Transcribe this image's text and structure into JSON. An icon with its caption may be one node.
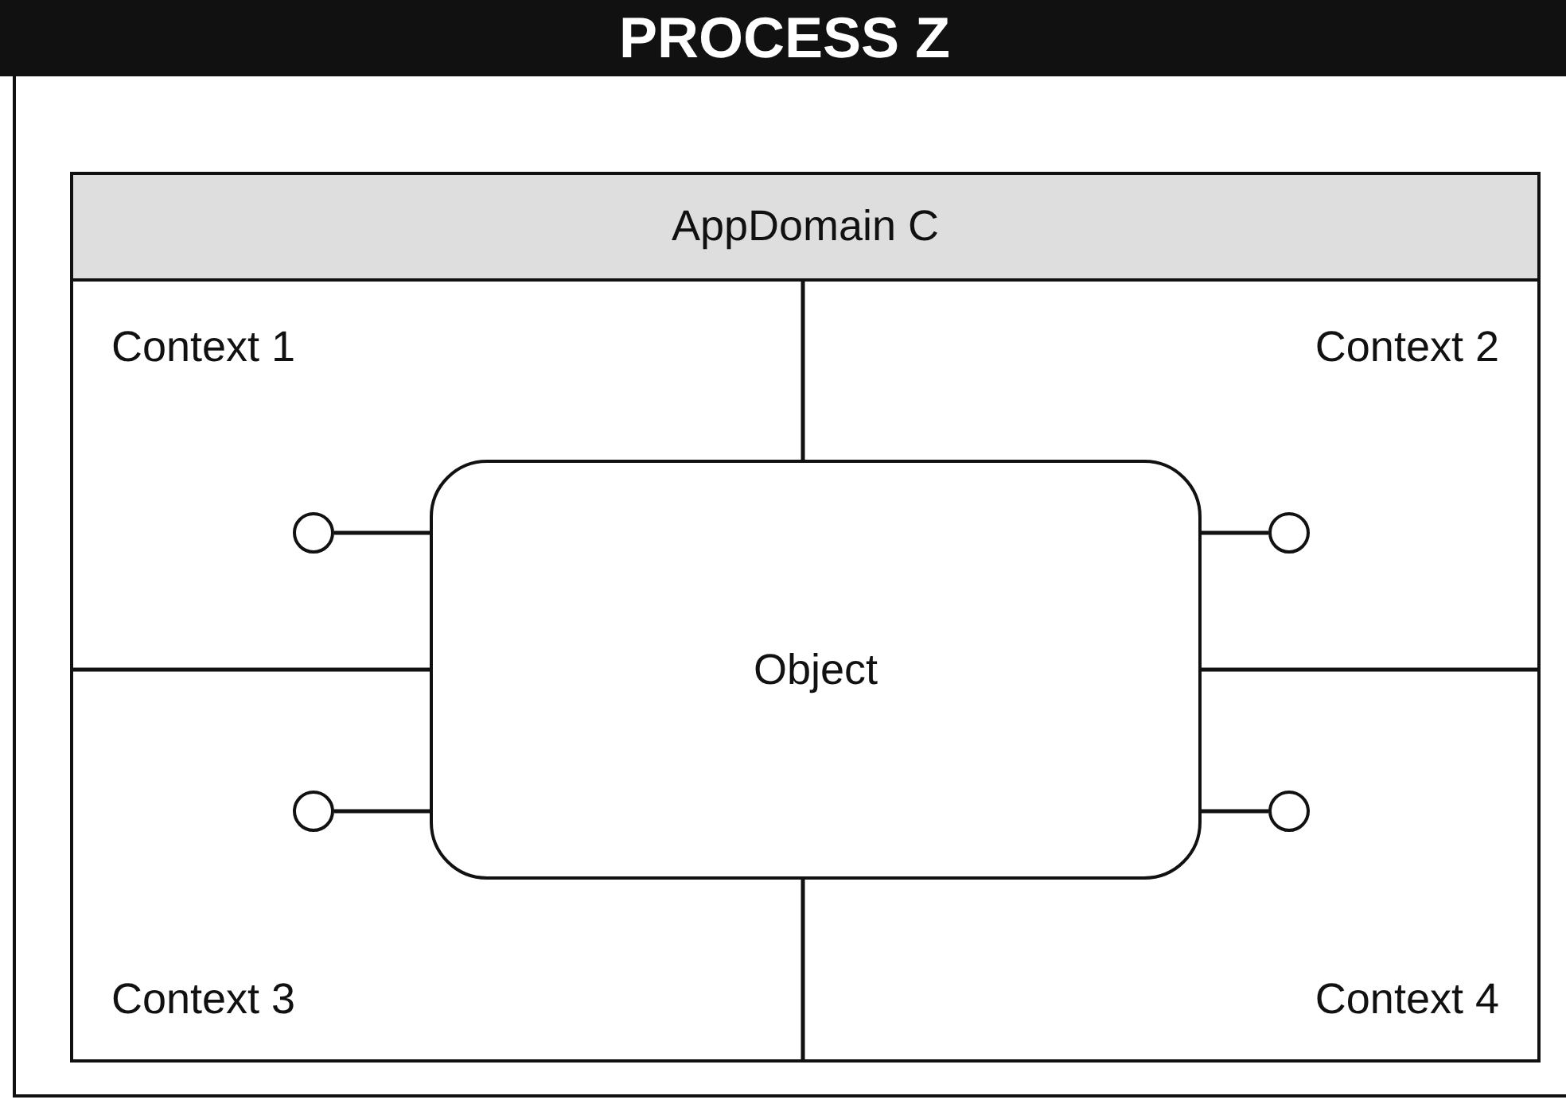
{
  "diagram": {
    "nodes": [
      {
        "text": [
          "PROCESS Z"
        ]
      },
      {
        "text": [
          "AppDomain C"
        ],
        "in": 0
      },
      {
        "text": [
          "Context 1"
        ],
        "in": 1
      },
      {
        "text": [
          "Context 2"
        ],
        "in": 1
      },
      {
        "text": [
          "Context 3"
        ],
        "in": 1
      },
      {
        "text": [
          "Context 4"
        ],
        "in": 1
      },
      {
        "text": [
          "Object"
        ],
        "in": 1
      },
      {
        "text": [],
        "shape": "circle",
        "in": 2
      },
      {
        "text": [],
        "shape": "circle",
        "in": 3
      },
      {
        "text": [],
        "shape": "circle",
        "in": 4
      },
      {
        "text": [],
        "shape": "circle",
        "in": 5
      }
    ],
    "edges": [
      {
        "from": 6,
        "to": 7,
        "arrow": "none"
      },
      {
        "from": 6,
        "to": 8,
        "arrow": "none"
      },
      {
        "from": 6,
        "to": 9,
        "arrow": "none"
      },
      {
        "from": 6,
        "to": 10,
        "arrow": "none"
      }
    ]
  }
}
